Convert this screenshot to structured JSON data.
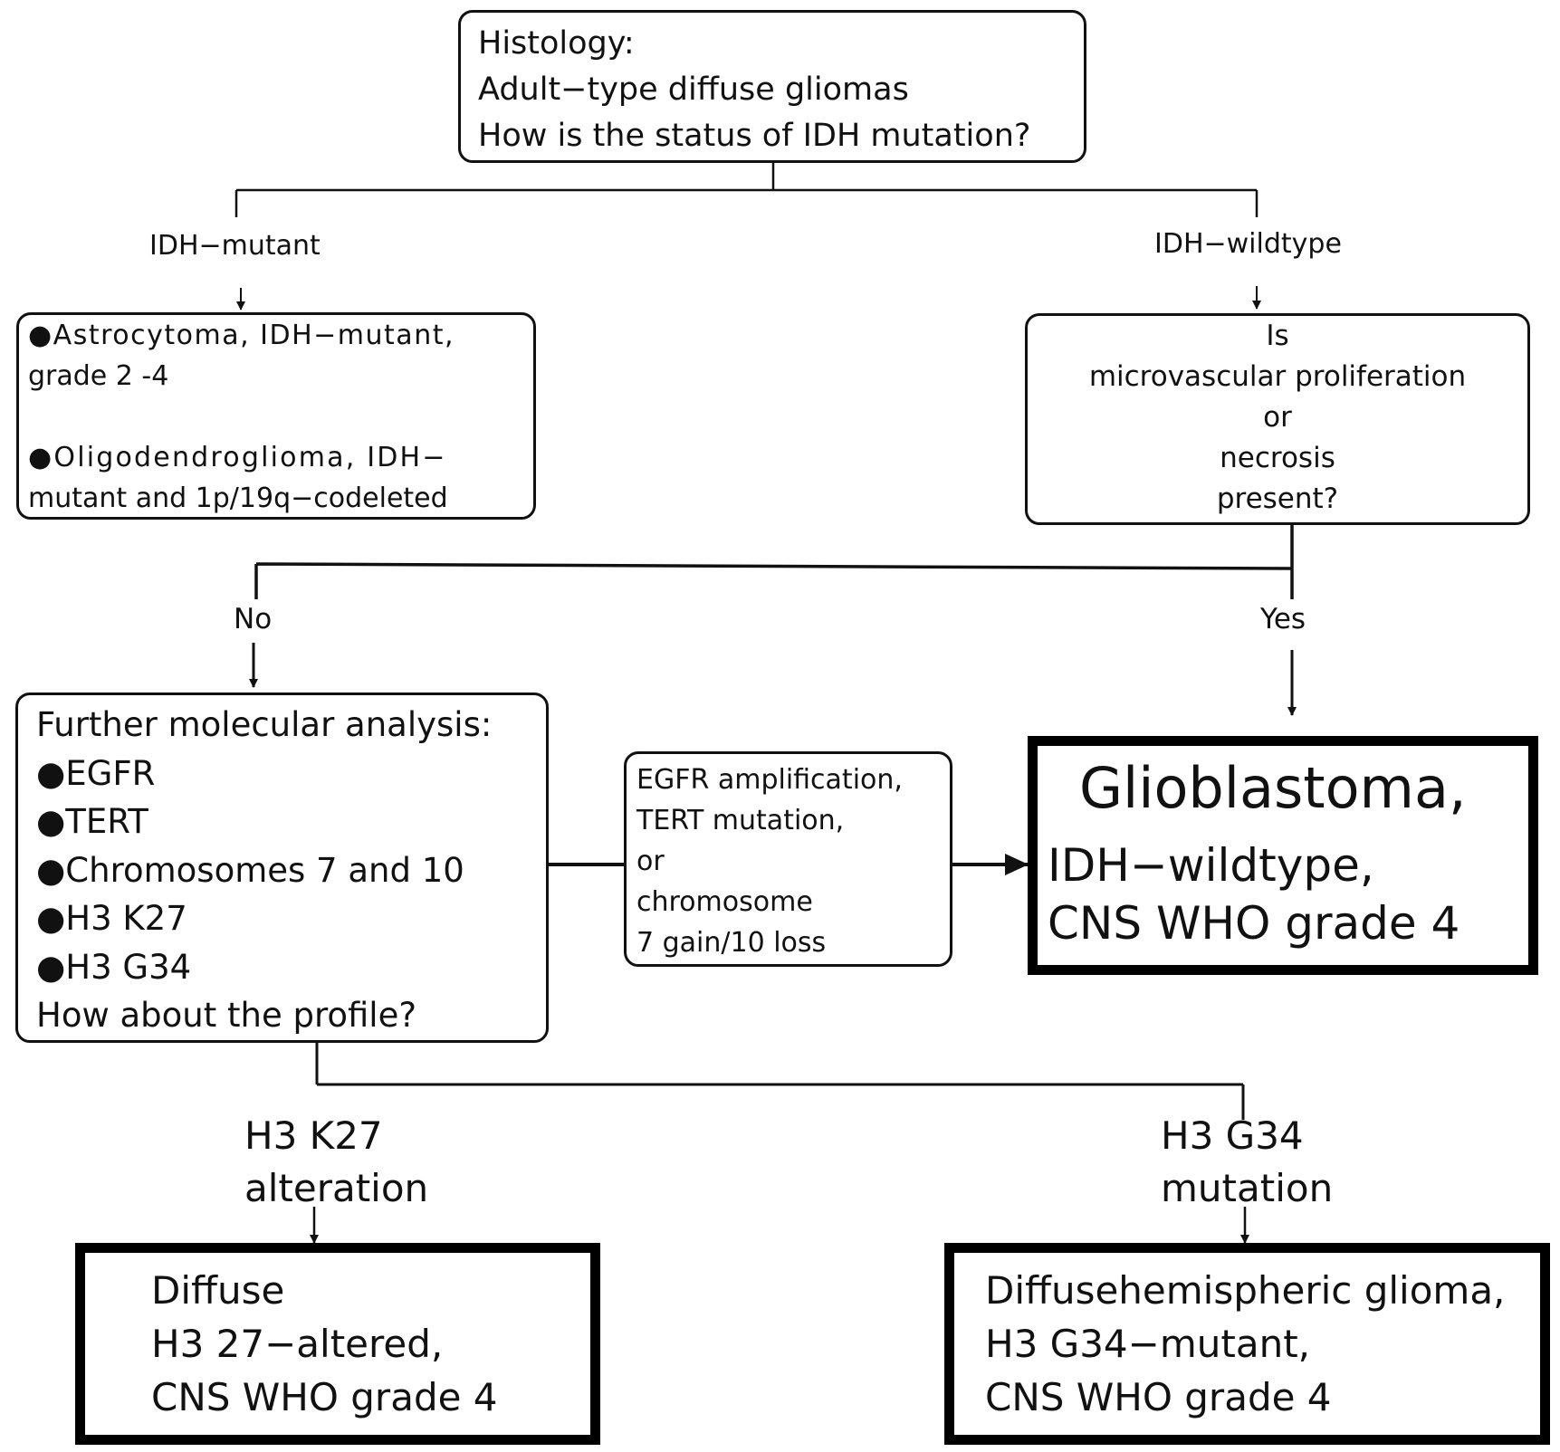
{
  "root": {
    "lines": [
      "Histology:",
      "Adult−type diffuse gliomas",
      "How is the status of IDH mutation?"
    ]
  },
  "branch_labels": {
    "idh_mutant": "IDH−mutant",
    "idh_wildtype": "IDH−wildtype",
    "no": "No",
    "yes": "Yes",
    "h3k27": [
      "H3 K27",
      "alteration"
    ],
    "h3g34": [
      "H3 G34",
      "mutation"
    ]
  },
  "mutant_box": {
    "lines": [
      "●Astrocytoma,  IDH−mutant,",
      "grade 2 -4",
      "",
      "●Oligodendroglioma,  IDH−",
      "mutant and 1p/19q−codeleted"
    ]
  },
  "question_box": {
    "lines": [
      "Is",
      "microvascular  proliferation",
      "or",
      "necrosis",
      "present?"
    ]
  },
  "molecular_box": {
    "lines": [
      "Further molecular analysis:",
      "●EGFR",
      "●TERT",
      "●Chromosomes 7 and 10",
      "●H3  K27",
      "●H3 G34",
      "How about the profile?"
    ]
  },
  "egfr_box": {
    "lines": [
      "EGFR amplification,",
      "TERT mutation,",
      "or",
      "chromosome",
      "7 gain/10 loss"
    ]
  },
  "glioblastoma_box": {
    "lines": [
      "Glioblastoma,",
      "IDH−wildtype,",
      "CNS WHO grade 4"
    ]
  },
  "diffuse_box": {
    "lines": [
      "Diffuse",
      "H3 27−altered,",
      "CNS WHO grade 4"
    ]
  },
  "hemispheric_box": {
    "lines": [
      "Diffusehemispheric glioma,",
      "H3 G34−mutant,",
      "CNS WHO grade 4"
    ]
  }
}
